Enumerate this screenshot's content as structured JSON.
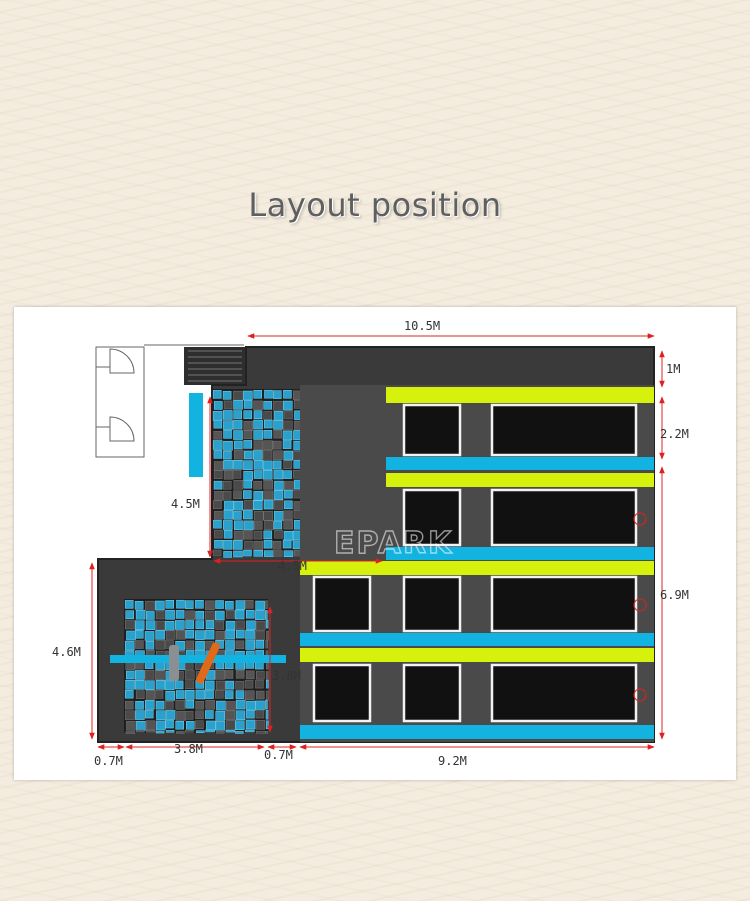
{
  "page": {
    "heading": "Layout position"
  },
  "colors": {
    "floor": "#3a3a3a",
    "lime": "#d6f20c",
    "cyan": "#12b3e0",
    "foam_blue": "#2aa0cc",
    "foam_grey": "#4a4a4a",
    "dimension_line": "#e02020"
  },
  "dimensions": {
    "overall_width": "10.5M",
    "top_margin": "1M",
    "lane_depth": "2.2M",
    "right_span": "6.9M",
    "foam_pit_1_height": "4.5M",
    "foam_pit_1_width": "4.5M",
    "left_height": "4.6M",
    "foam_pit_2_height": "3.8M",
    "bottom_left_gap": "0.7M",
    "foam_pit_2_width": "3.8M",
    "bottom_mid_gap": "0.7M",
    "trampoline_width": "9.2M"
  },
  "watermark": "EPARK"
}
